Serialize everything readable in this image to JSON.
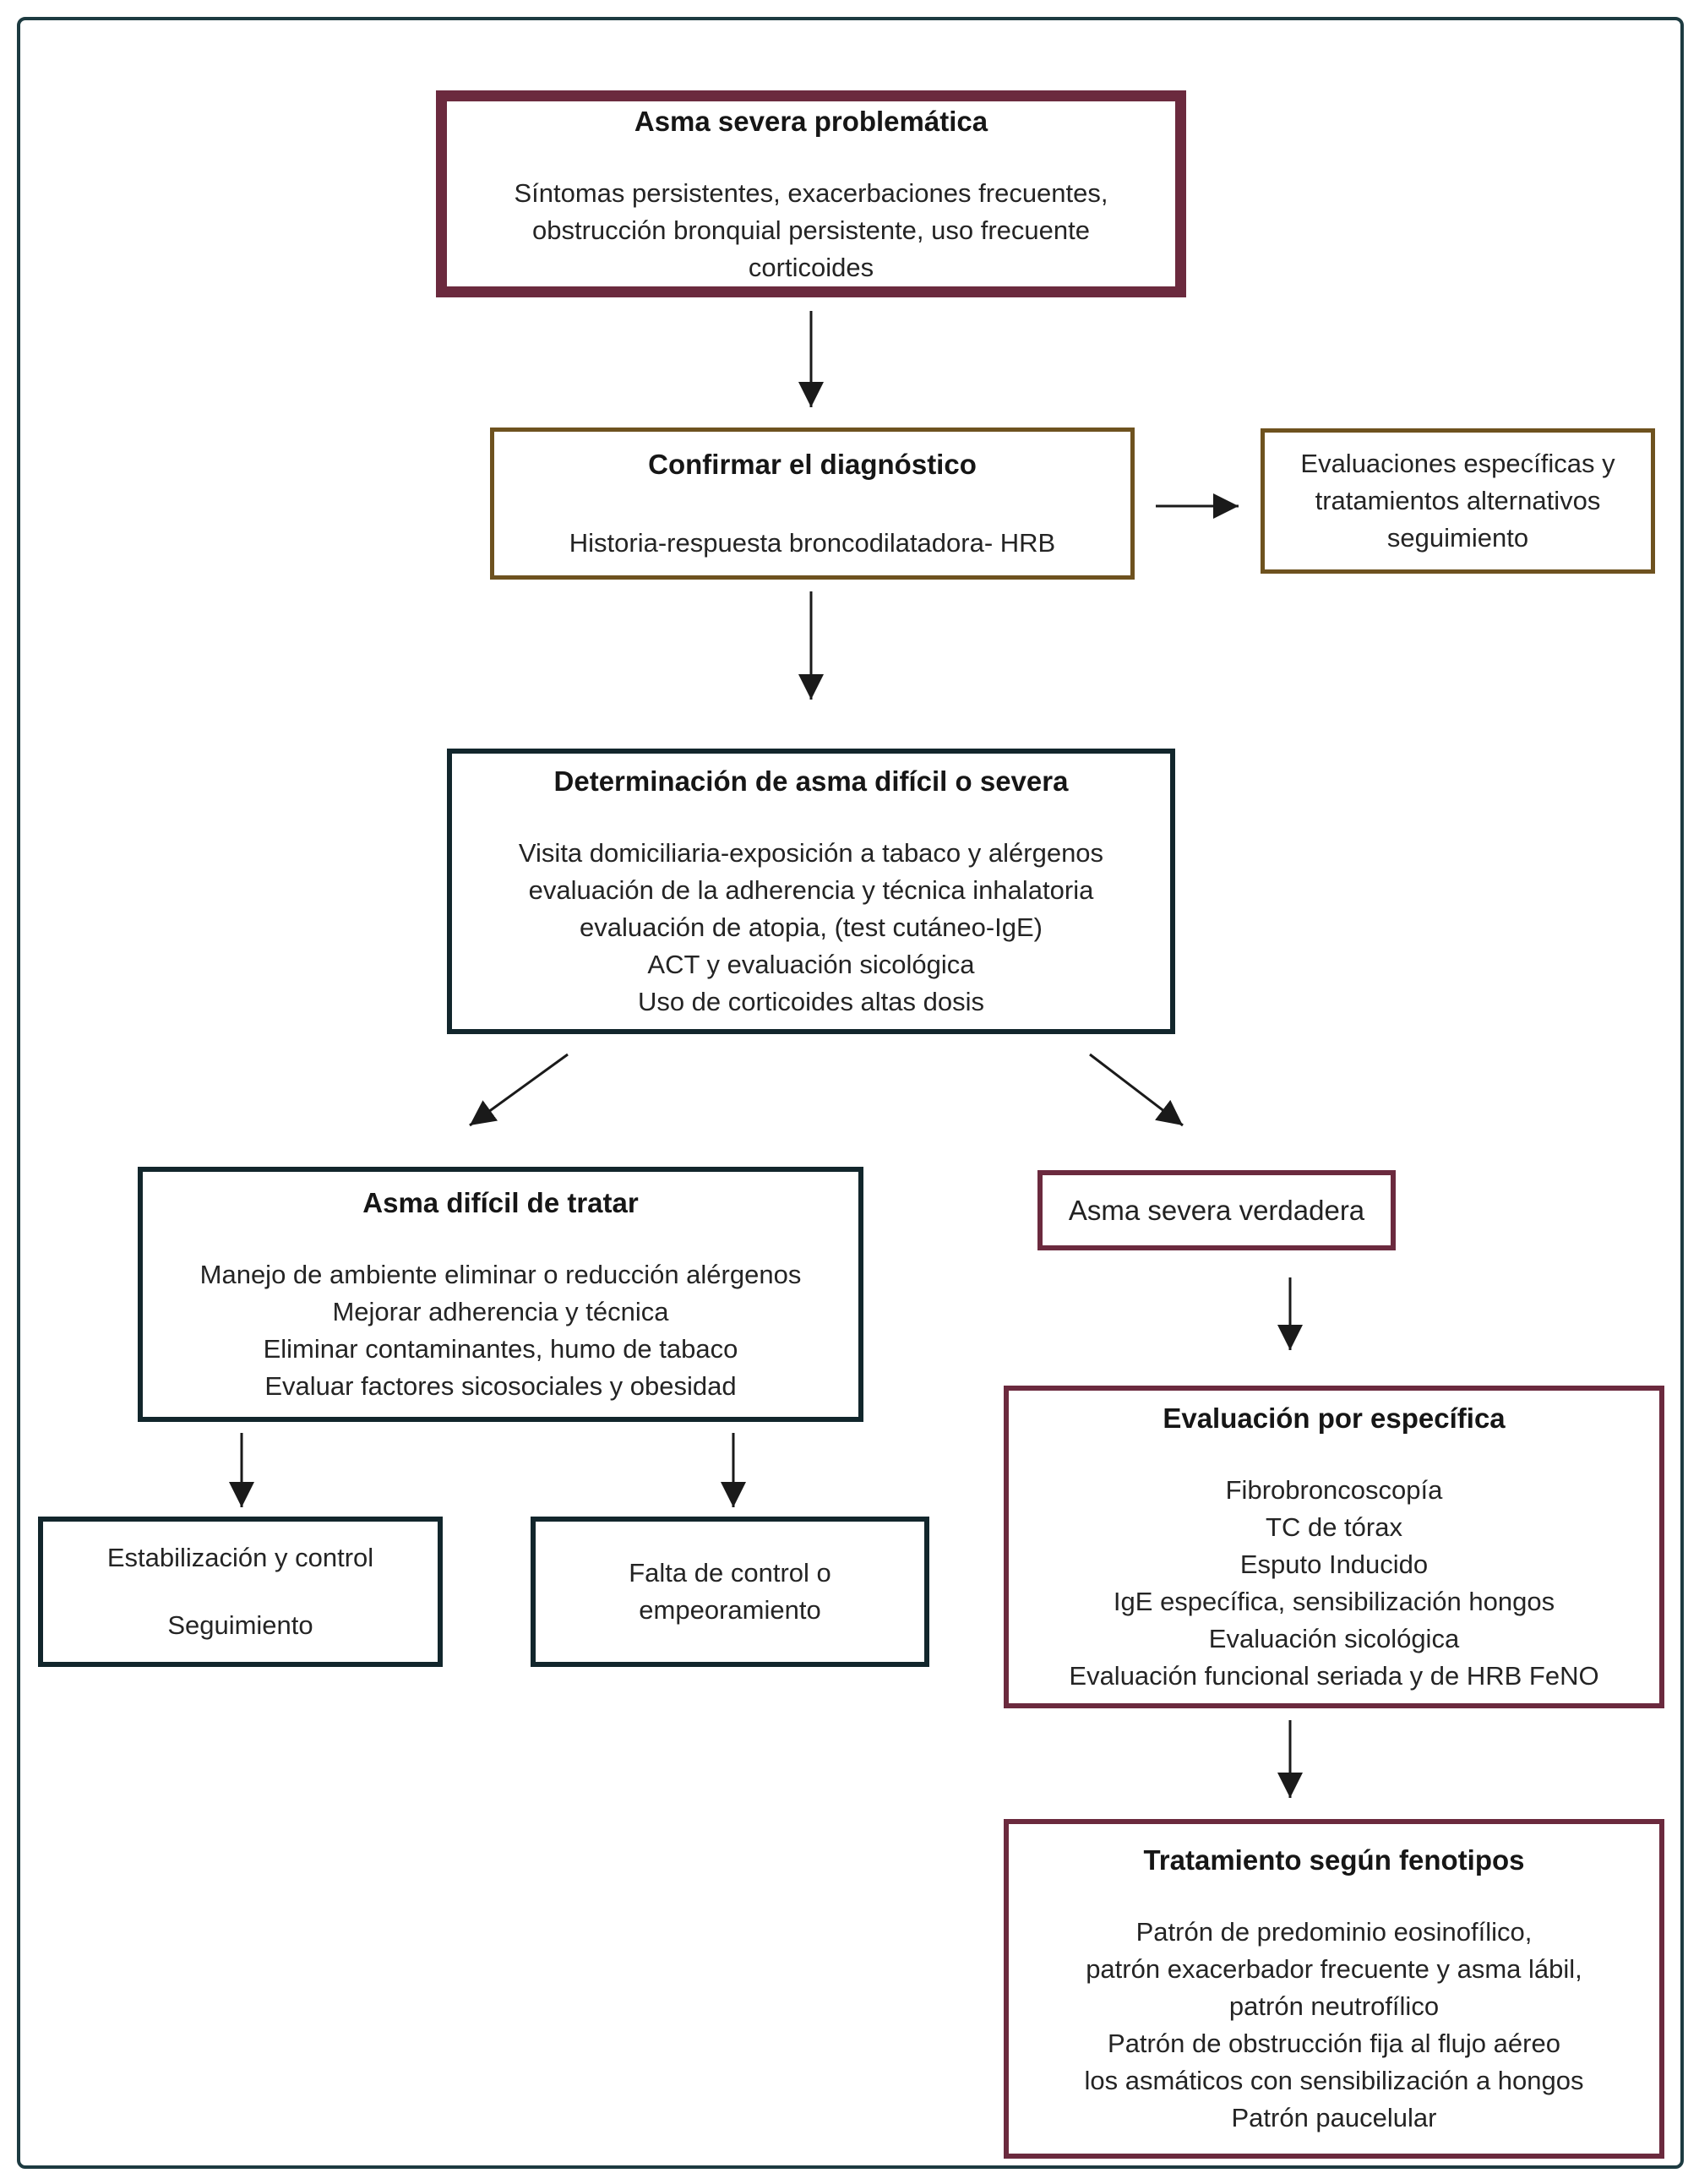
{
  "diagram": {
    "colors": {
      "maroon_border": "#6b2a3e",
      "brown_border": "#6e521f",
      "dark_border": "#12262c",
      "frame_border": "#1d3b41",
      "arrow": "#1a1a1a",
      "background": "#ffffff"
    },
    "boxes": {
      "problem": {
        "title": "Asma severa problemática",
        "lines": [
          "Síntomas persistentes, exacerbaciones frecuentes,",
          "obstrucción bronquial persistente, uso frecuente",
          "corticoides"
        ]
      },
      "confirm": {
        "title": "Confirmar el diagnóstico",
        "lines": [
          "Historia-respuesta broncodilatadora- HRB"
        ]
      },
      "evalAlt": {
        "lines": [
          "Evaluaciones específicas y",
          "tratamientos alternativos",
          "seguimiento"
        ]
      },
      "determinacion": {
        "title": "Determinación de asma difícil o severa",
        "lines": [
          "Visita domiciliaria-exposición a tabaco y alérgenos",
          "evaluación de la adherencia y técnica inhalatoria",
          "evaluación de atopia, (test cutáneo-IgE)",
          "ACT y evaluación sicológica",
          "Uso de corticoides altas dosis"
        ]
      },
      "dificil": {
        "title": "Asma difícil de tratar",
        "lines": [
          "Manejo de ambiente eliminar o reducción alérgenos",
          "Mejorar adherencia y técnica",
          "Eliminar contaminantes, humo de tabaco",
          "Evaluar factores sicosociales y obesidad"
        ]
      },
      "severa": {
        "title": "Asma severa verdadera"
      },
      "estabilizacion": {
        "lines": [
          "Estabilización y control",
          "Seguimiento"
        ]
      },
      "faltaControl": {
        "lines": [
          "Falta de control o",
          "empeoramiento"
        ]
      },
      "evalEspecifica": {
        "title": "Evaluación por específica",
        "lines": [
          "Fibrobroncoscopía",
          "TC de tórax",
          "Esputo Inducido",
          "IgE específica, sensibilización hongos",
          "Evaluación sicológica",
          "Evaluación funcional seriada y de HRB FeNO"
        ]
      },
      "tratamiento": {
        "title": "Tratamiento según fenotipos",
        "lines": [
          "Patrón de predominio eosinofílico,",
          "patrón exacerbador frecuente y asma lábil,",
          "patrón neutrofílico",
          "Patrón de obstrucción fija al flujo aéreo",
          "los asmáticos con sensibilización a hongos",
          "Patrón paucelular"
        ]
      }
    },
    "edges": [
      {
        "from": "problem",
        "to": "confirm"
      },
      {
        "from": "confirm",
        "to": "evalAlt"
      },
      {
        "from": "confirm",
        "to": "determinacion"
      },
      {
        "from": "determinacion",
        "to": "dificil"
      },
      {
        "from": "determinacion",
        "to": "severa"
      },
      {
        "from": "dificil",
        "to": "estabilizacion"
      },
      {
        "from": "dificil",
        "to": "faltaControl"
      },
      {
        "from": "severa",
        "to": "evalEspecifica"
      },
      {
        "from": "evalEspecifica",
        "to": "tratamiento"
      }
    ]
  }
}
